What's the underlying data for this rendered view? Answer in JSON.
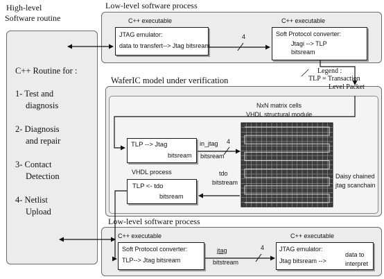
{
  "high_level": {
    "title_line1": "High-level",
    "title_line2": "Software routine",
    "heading": "C++ Routine for :",
    "items": [
      {
        "line1": "1- Test and",
        "line2": "diagnosis"
      },
      {
        "line1": "2- Diagnosis",
        "line2": "and repair"
      },
      {
        "line1": "3- Contact",
        "line2": "Detection"
      },
      {
        "line1": "4- Netlist",
        "line2": "Upload"
      }
    ]
  },
  "top_process": {
    "title": "Low-level software process",
    "left_exec_label": "C++ executable",
    "right_exec_label": "C++ executable",
    "emulator_line1": "JTAG emulator:",
    "emulator_line2": "data to transfert--> Jtag bitsream",
    "bus_width": "4",
    "converter_line1": "Soft Protocol converter:",
    "converter_line2": "Jtagi --> TLP",
    "converter_line3": "bitsream"
  },
  "legend": {
    "line1": "Legend :",
    "line2": "TLP = Transaction",
    "line3": "Level Packet"
  },
  "wafer": {
    "title": "WaferIC model under verification",
    "matrix_line1": "NxN matrix cells",
    "matrix_line2": "VHDL structural module",
    "tlp_jtag_line1": "TLP --> Jtag",
    "tlp_jtag_line2": "bitsream",
    "in_jtag_label": "in_jtag",
    "in_jtag_width": "4",
    "in_jtag_sub": "bitsream",
    "vhdl_process_label": "VHDL process",
    "tlp_tdo_line1": "TLP <- tdo",
    "tlp_tdo_line2": "bitsream",
    "tdo_label": "tdo",
    "tdo_sub": "bitstream",
    "daisy_line1": "Daisy chained",
    "daisy_line2": "jtag scanchain"
  },
  "bottom_process": {
    "title": "Low-level software process",
    "left_exec_label": "C++ executable",
    "right_exec_label": "C++ executable",
    "converter_line1": "Soft Protocol converter:",
    "converter_line2": "TLP--> Jtag bitsream",
    "jtag_label": "jtag",
    "jtag_sub": "bitstream",
    "bus_width": "4",
    "emulator_line1": "JTAG emulator:",
    "emulator_line2": "Jtag bitsream -->",
    "data_line1": "data to",
    "data_line2": "interpret"
  }
}
